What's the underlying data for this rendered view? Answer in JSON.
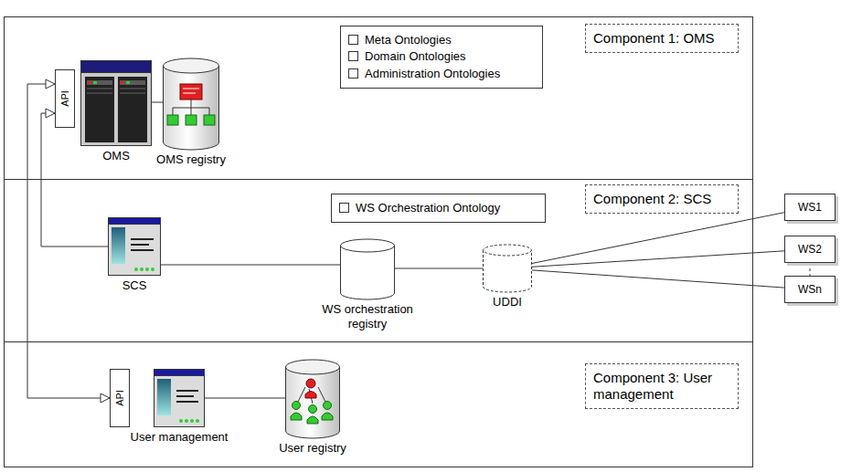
{
  "diagram": {
    "nodes": [
      {
        "text": [
          "Component 1: OMS"
        ]
      },
      {
        "text": [
          "Meta Ontologies",
          "Domain Ontologies",
          "Administration Ontologies"
        ]
      },
      {
        "text": [
          "API"
        ]
      },
      {
        "text": [
          "OMS"
        ]
      },
      {
        "text": [
          "OMS registry"
        ]
      },
      {
        "text": [
          "Component 2: SCS"
        ]
      },
      {
        "text": [
          "WS Orchestration Ontology"
        ]
      },
      {
        "text": [
          "SCS"
        ]
      },
      {
        "text": [
          "WS orchestration registry"
        ]
      },
      {
        "text": [
          "UDDI"
        ]
      },
      {
        "text": [
          "WS1"
        ]
      },
      {
        "text": [
          "WS2"
        ]
      },
      {
        "text": [
          "WSn"
        ]
      },
      {
        "text": [
          "Component 3: User management"
        ]
      },
      {
        "text": [
          "API"
        ]
      },
      {
        "text": [
          "User management"
        ]
      },
      {
        "text": [
          "User registry"
        ]
      }
    ],
    "edges": [
      {
        "from": 14,
        "to": 2,
        "arrow": "both"
      },
      {
        "from": 7,
        "to": 2,
        "arrow": "to"
      },
      {
        "from": 3,
        "to": 4,
        "arrow": "none"
      },
      {
        "from": 7,
        "to": 8,
        "arrow": "none"
      },
      {
        "from": 8,
        "to": 9,
        "arrow": "none"
      },
      {
        "from": 9,
        "to": 10,
        "arrow": "none"
      },
      {
        "from": 9,
        "to": 11,
        "arrow": "none"
      },
      {
        "from": 9,
        "to": 12,
        "arrow": "none"
      },
      {
        "from": 11,
        "to": 12,
        "arrow": "none"
      },
      {
        "from": 15,
        "to": 16,
        "arrow": "none"
      }
    ]
  }
}
